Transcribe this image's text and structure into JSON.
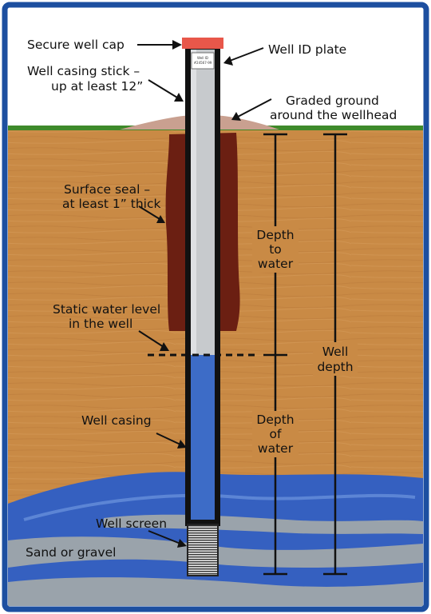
{
  "labels": {
    "well_cap": "Secure well cap",
    "well_id_plate": "Well ID plate",
    "stickup_line1": "Well casing stick –",
    "stickup_line2": "up at least 12”",
    "graded_line1": "Graded ground",
    "graded_line2": "around the wellhead",
    "surface_seal_line1": "Surface seal –",
    "surface_seal_line2": "at least 1” thick",
    "static_line1": "Static water level",
    "static_line2": "in the well",
    "well_casing": "Well casing",
    "well_screen": "Well screen",
    "sand_gravel": "Sand or gravel",
    "depth_to_water_1": "Depth",
    "depth_to_water_2": "to",
    "depth_to_water_3": "water",
    "depth_of_water_1": "Depth",
    "depth_of_water_2": "of",
    "depth_of_water_3": "water",
    "well_depth_1": "Well",
    "well_depth_2": "depth"
  },
  "plate": {
    "line1": "Well ID",
    "line2": "#24567-99"
  },
  "colors": {
    "border": "#1d4fa0",
    "sky": "#ffffff",
    "grass": "#3e8a2a",
    "soil": "#c98a45",
    "surface_seal": "#6b1f12",
    "graded_mound": "#c9a090",
    "casing_fill": "#c7cacd",
    "water_in_casing": "#3d6cc7",
    "aquifer_water": "#3560c0",
    "sand_gravel": "#9aa3ab",
    "cap": "#e8574a",
    "screen": "#333333",
    "line": "#111111"
  }
}
